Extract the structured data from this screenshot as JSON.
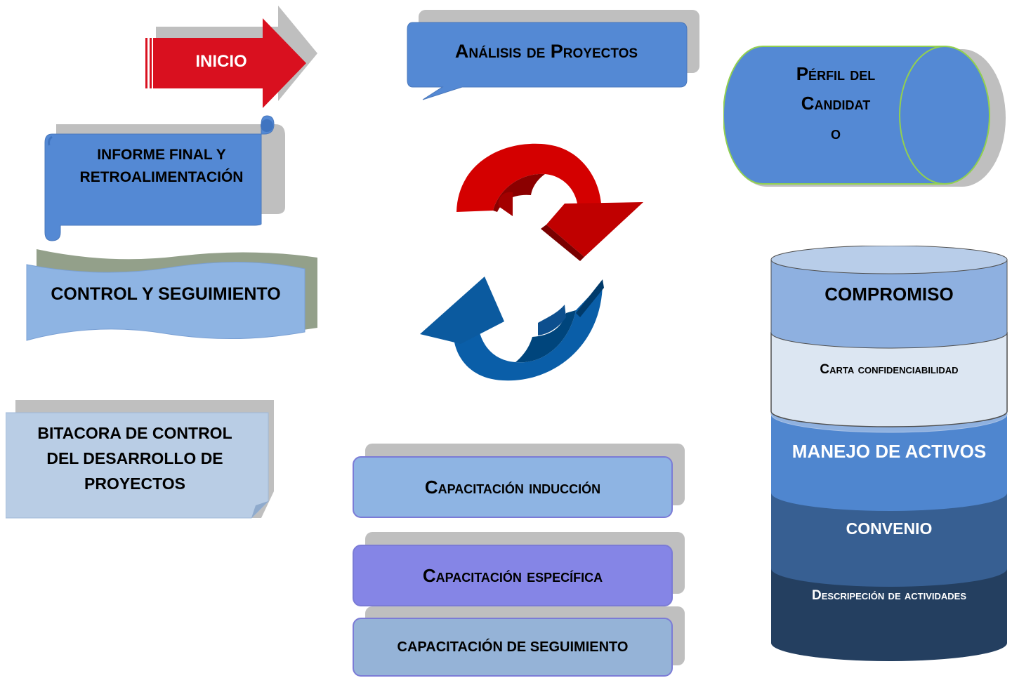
{
  "inicio": {
    "label": "INICIO"
  },
  "analisis": {
    "label": "Análisis  de Proyectos"
  },
  "perfil": {
    "label_line1": "Pérfil del",
    "label_line2": "Candidat",
    "label_line3": "o"
  },
  "informe": {
    "label_line1": "INFORME FINAL Y",
    "label_line2": "RETROALIMENTACIÓN"
  },
  "control": {
    "label": "CONTROL Y SEGUIMIENTO"
  },
  "bitacora": {
    "label_line1": "BITACORA DE CONTROL",
    "label_line2": "DEL DESARROLLO DE",
    "label_line3": "PROYECTOS"
  },
  "capacitaciones": [
    {
      "label": "Capacitación inducción",
      "color": "#8eb4e3"
    },
    {
      "label": "Capacitación específica",
      "color": "#8585e6"
    },
    {
      "label": "CAPACITACIÓN DE SEGUIMIENTO",
      "color": "#95b3d7"
    }
  ],
  "stack": [
    {
      "label": "COMPROMISO",
      "color": "#8eb0e0"
    },
    {
      "label": "Carta confidenciabilidad",
      "color": "#dce6f2"
    },
    {
      "label": "MANEJO DE ACTIVOS",
      "color": "#4f86cf"
    },
    {
      "label": "CONVENIO",
      "color": "#375f92"
    },
    {
      "label": "Descripeción de actividades",
      "color": "#243f60"
    }
  ],
  "colors": {
    "red_arrow": "#d9101f",
    "red_cycle": "#d40000",
    "blue_cycle": "#0a5ea8",
    "blue_box": "#5489d4"
  }
}
